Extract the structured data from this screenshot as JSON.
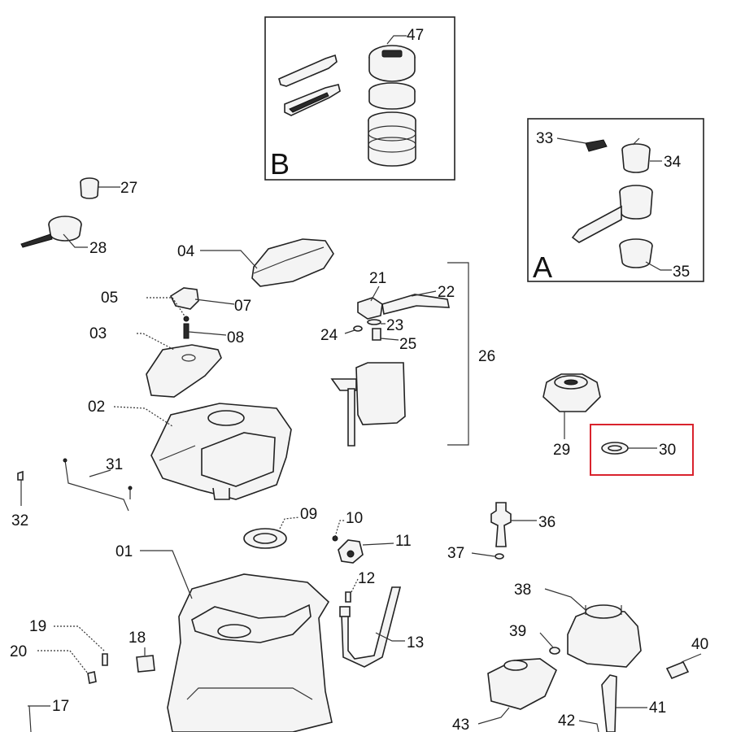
{
  "labels": {
    "p01": "01",
    "p02": "02",
    "p03": "03",
    "p04": "04",
    "p05": "05",
    "p07": "07",
    "p08": "08",
    "p09": "09",
    "p10": "10",
    "p11": "11",
    "p12": "12",
    "p13": "13",
    "p17": "17",
    "p18": "18",
    "p19": "19",
    "p20": "20",
    "p21": "21",
    "p22": "22",
    "p23": "23",
    "p24": "24",
    "p25": "25",
    "p26": "26",
    "p27": "27",
    "p28": "28",
    "p29": "29",
    "p30": "30",
    "p31": "31",
    "p32": "32",
    "p33": "33",
    "p34": "34",
    "p35": "35",
    "p36": "36",
    "p37": "37",
    "p38": "38",
    "p39": "39",
    "p40": "40",
    "p41": "41",
    "p42": "42",
    "p43": "43",
    "p47": "47"
  },
  "inset_a": {
    "letter": "A"
  },
  "inset_b": {
    "letter": "B"
  },
  "highlight": {
    "part": "30",
    "color": "#d9232d"
  }
}
